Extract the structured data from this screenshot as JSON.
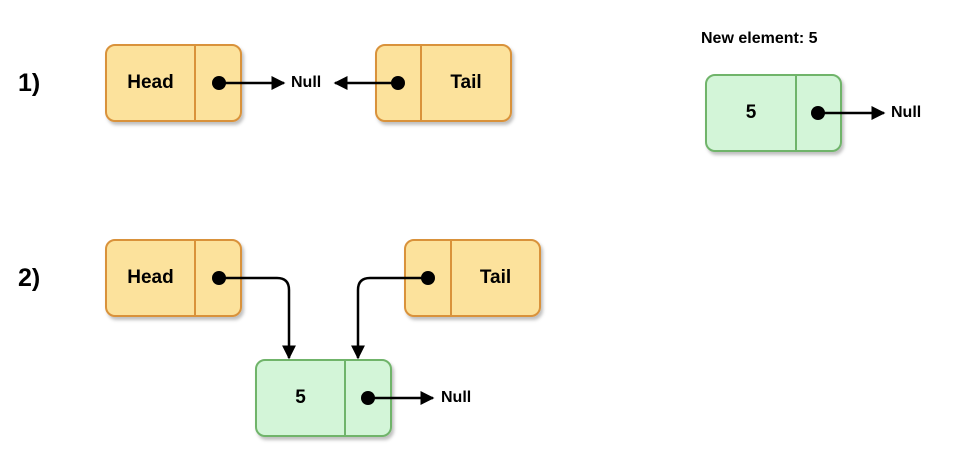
{
  "new_element_label": "New element: 5",
  "colors": {
    "head_tail_fill": "#fce29c",
    "head_tail_stroke": "#d9923a",
    "new_node_fill": "#d3f5d8",
    "new_node_stroke": "#6fb46b",
    "arrow": "#000000"
  },
  "steps": [
    {
      "label": "1)",
      "head": {
        "text": "Head"
      },
      "tail": {
        "text": "Tail"
      },
      "null_text": "Null"
    },
    {
      "label": "2)",
      "head": {
        "text": "Head"
      },
      "tail": {
        "text": "Tail"
      },
      "new_node": {
        "value": "5",
        "null_text": "Null"
      }
    }
  ],
  "new_element": {
    "value": "5",
    "null_text": "Null"
  }
}
